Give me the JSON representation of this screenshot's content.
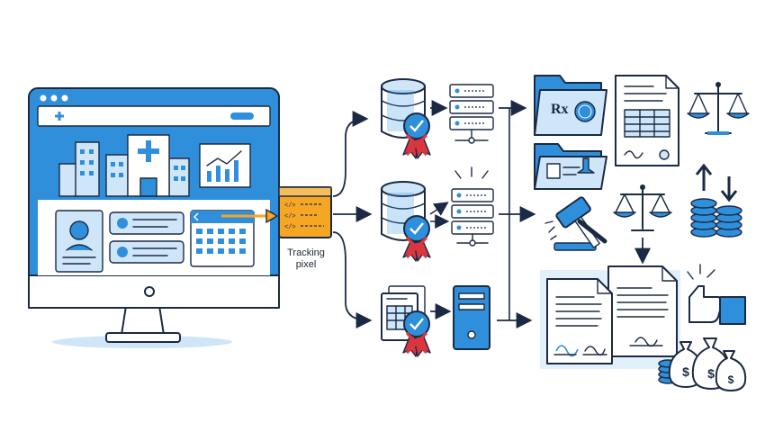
{
  "code_file": {
    "lines": [
      "</>",
      "</>",
      "</>"
    ]
  },
  "tracking_label": {
    "line1": "Tracking",
    "line2": "pixel"
  },
  "documents": {
    "rx_label": "Rx"
  },
  "colors": {
    "blue": "#2f8fdb",
    "light_blue": "#cfe6f8",
    "pale_blue": "#e6f2fb",
    "navy": "#1b2a44",
    "orange": "#f5a623",
    "red": "#d9363e",
    "white": "#ffffff"
  },
  "icons": [
    "hospital-website-monitor",
    "code-snippet-icon",
    "database-icon",
    "server-rack-icon",
    "certificate-badge-icon",
    "folder-icon",
    "legal-document-icon",
    "scales-icon",
    "gavel-icon",
    "coins-stack-icon",
    "money-bag-icon",
    "thumbs-up-icon",
    "spreadsheet-document-icon",
    "computer-tower-icon"
  ]
}
